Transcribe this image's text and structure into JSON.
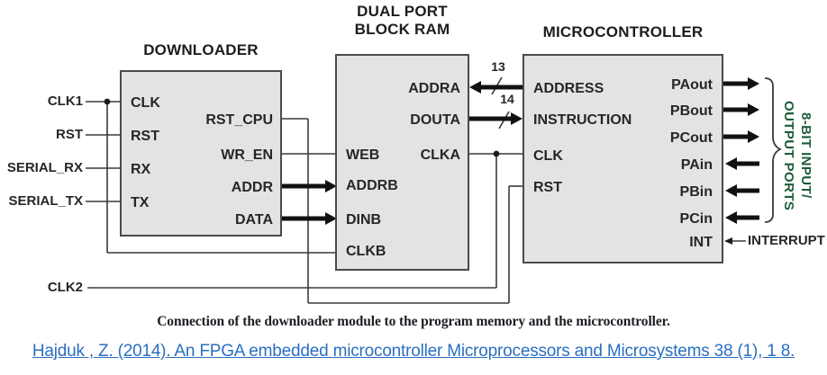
{
  "downloader": {
    "title": "DOWNLOADER",
    "pins": {
      "clk": "CLK",
      "rst": "RST",
      "rx": "RX",
      "tx": "TX",
      "rst_cpu": "RST_CPU",
      "wr_en": "WR_EN",
      "addr": "ADDR",
      "data": "DATA"
    }
  },
  "ram": {
    "title_line1": "DUAL PORT",
    "title_line2": "BLOCK RAM",
    "pins": {
      "addra": "ADDRA",
      "douta": "DOUTA",
      "clka": "CLKA",
      "web": "WEB",
      "addrb": "ADDRB",
      "dinb": "DINB",
      "clkb": "CLKB"
    }
  },
  "mcu": {
    "title": "MICROCONTROLLER",
    "pins": {
      "address": "ADDRESS",
      "instruction": "INSTRUCTION",
      "clk": "CLK",
      "rst": "RST",
      "paout": "PAout",
      "pbout": "PBout",
      "pcout": "PCout",
      "pain": "PAin",
      "pbin": "PBin",
      "pcin": "PCin",
      "int": "INT"
    }
  },
  "external_signals": {
    "clk1": "CLK1",
    "rst": "RST",
    "serial_rx": "SERIAL_RX",
    "serial_tx": "SERIAL_TX",
    "clk2": "CLK2",
    "interrupt": "INTERRUPT"
  },
  "bus_widths": {
    "address_bus": "13",
    "instruction_bus": "14"
  },
  "ports_annotation": {
    "line1": "8-BIT INPUT/",
    "line2": "OUTPUT PORTS",
    "color": "#1e5c3a"
  },
  "caption": "Connection of the downloader module to the program memory and the microcontroller.",
  "citation": {
    "text": "Hajduk , Z. (2014). An FPGA embedded microcontroller Microprocessors and Microsystems 38 (1), 1 8.",
    "color": "#2a6fc2"
  },
  "colors": {
    "block_fill": "#e3e3e5",
    "block_border": "#4a4a4a",
    "wire": "#3a3a3a",
    "arrow": "#111111",
    "text": "#262626"
  }
}
